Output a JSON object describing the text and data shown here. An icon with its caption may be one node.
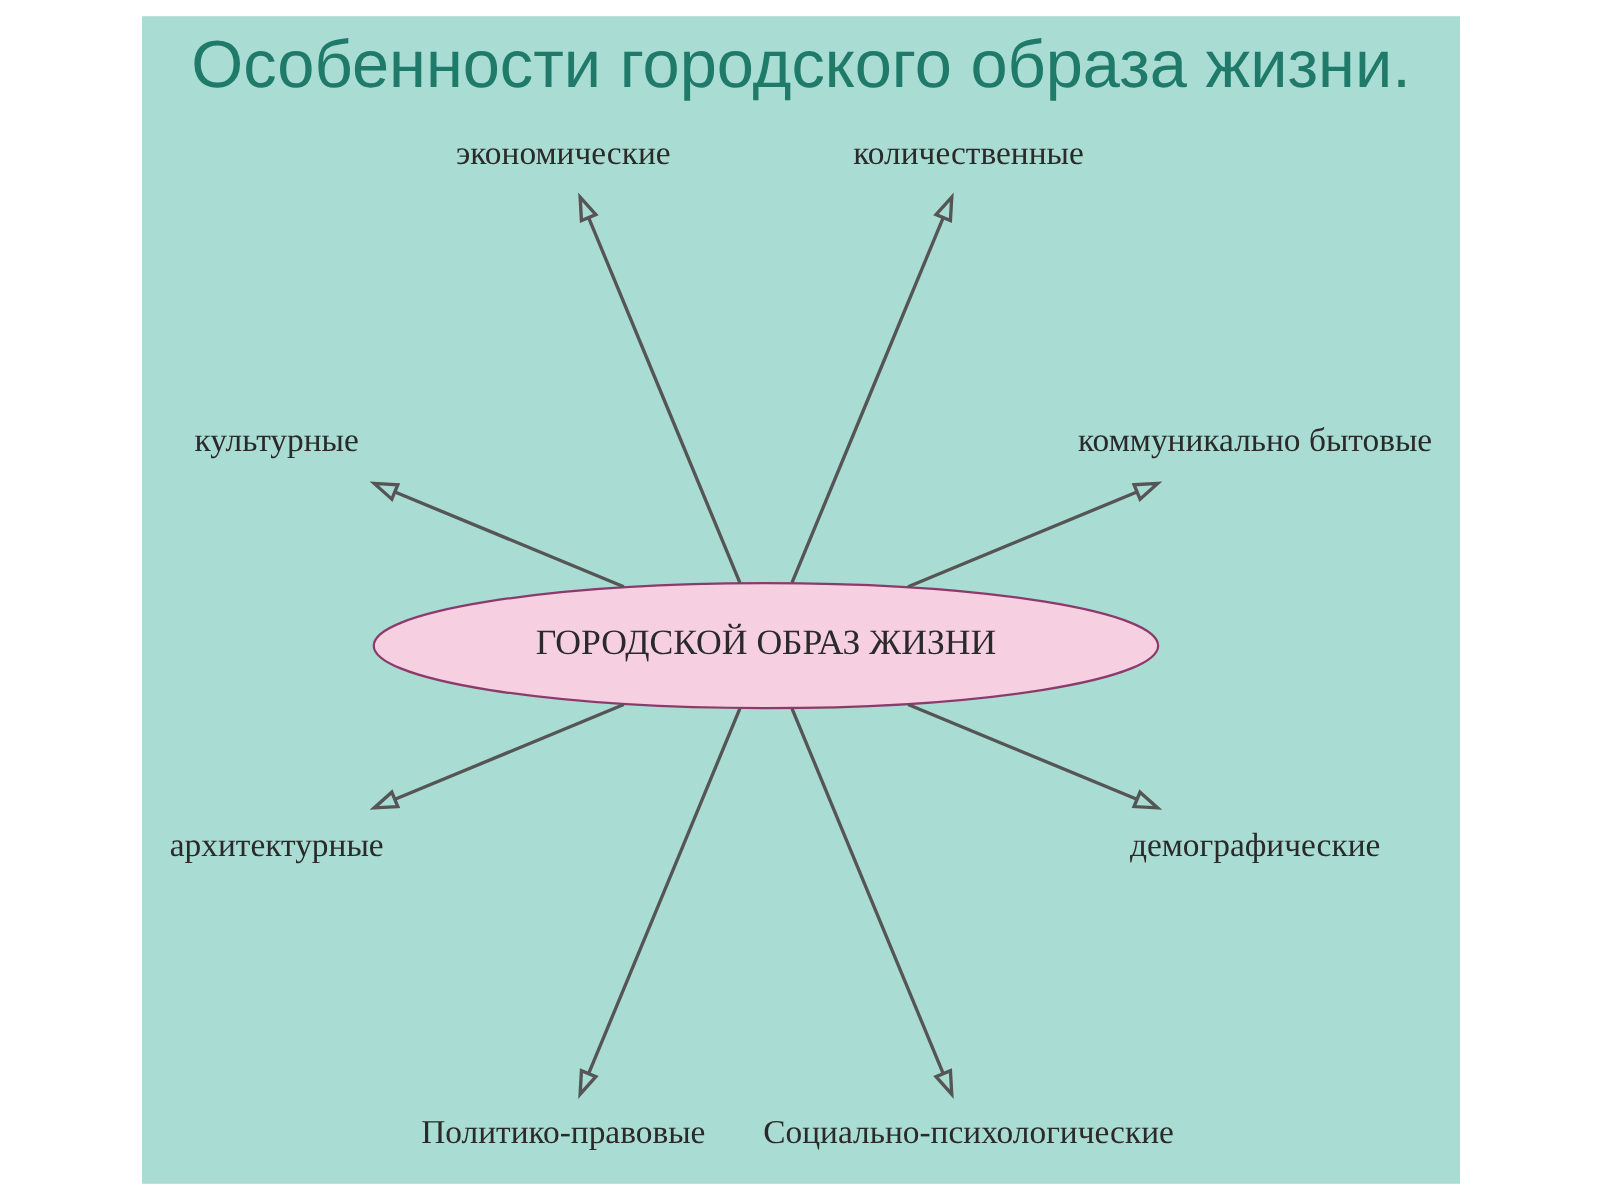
{
  "diagram": {
    "title": "Особенности городского образа жизни.",
    "nodes": [
      {
        "text": [
          "коммуникально бытовые"
        ]
      },
      {
        "text": [
          "количественные"
        ]
      },
      {
        "text": [
          "экономические"
        ]
      },
      {
        "text": [
          "культурные"
        ]
      },
      {
        "text": [
          "ГОРОДСКОЙ ОБРАЗ ЖИЗНИ"
        ]
      },
      {
        "text": [
          "архитектурные"
        ]
      },
      {
        "text": [
          "Политико-правовые"
        ]
      },
      {
        "text": [
          "Социально-психологические"
        ]
      },
      {
        "text": [
          "демографические"
        ]
      }
    ],
    "edges": [
      {
        "from": 4,
        "to": 0,
        "arrow": "to"
      },
      {
        "from": 4,
        "to": 1,
        "arrow": "to"
      },
      {
        "from": 4,
        "to": 2,
        "arrow": "to"
      },
      {
        "from": 4,
        "to": 3,
        "arrow": "to"
      },
      {
        "from": 4,
        "to": 5,
        "arrow": "to"
      },
      {
        "from": 4,
        "to": 6,
        "arrow": "to"
      },
      {
        "from": 4,
        "to": 7,
        "arrow": "to"
      },
      {
        "from": 4,
        "to": 8,
        "arrow": "to"
      }
    ]
  }
}
